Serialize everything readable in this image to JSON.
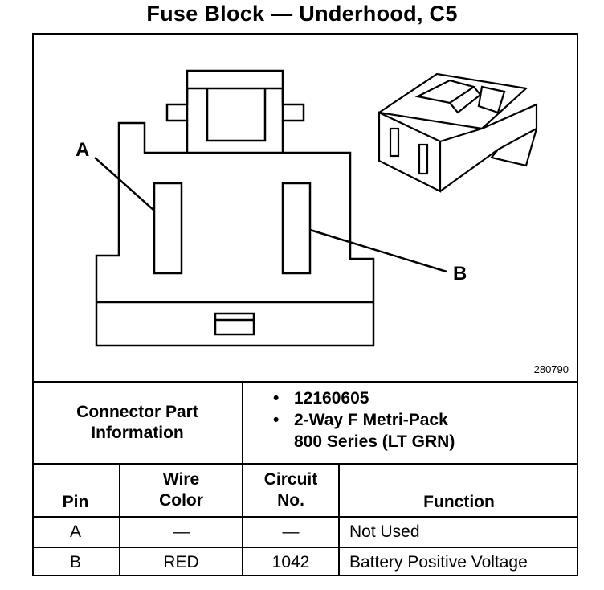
{
  "title": "Fuse Block — Underhood, C5",
  "drawing": {
    "callout_a": "A",
    "callout_b": "B",
    "code": "280790"
  },
  "connector_info": {
    "label_line1": "Connector Part",
    "label_line2": "Information",
    "bullets": [
      {
        "marker": "•",
        "text": "12160605"
      },
      {
        "marker": "•",
        "text": "2-Way F Metri-Pack"
      },
      {
        "marker": "",
        "text": "800 Series (LT GRN)"
      }
    ]
  },
  "table": {
    "headers": {
      "pin": "Pin",
      "wire_color_1": "Wire",
      "wire_color_2": "Color",
      "circuit_1": "Circuit",
      "circuit_2": "No.",
      "function": "Function"
    },
    "rows": [
      {
        "pin": "A",
        "wire_color": "—",
        "circuit": "—",
        "function": "Not Used"
      },
      {
        "pin": "B",
        "wire_color": "RED",
        "circuit": "1042",
        "function": "Battery Positive Voltage"
      }
    ]
  }
}
